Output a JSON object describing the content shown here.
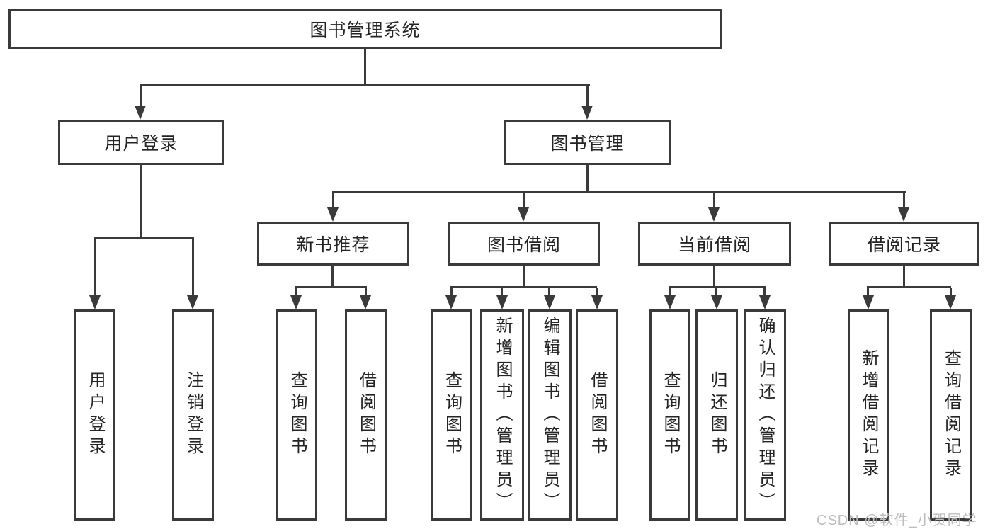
{
  "diagram": {
    "type": "hierarchy-tree",
    "title": "图书管理系统",
    "root": {
      "label": "图书管理系统"
    },
    "level2": [
      {
        "label": "用户登录",
        "parent": "图书管理系统"
      },
      {
        "label": "图书管理",
        "parent": "图书管理系统"
      }
    ],
    "level3": [
      {
        "label": "新书推荐",
        "parent": "图书管理"
      },
      {
        "label": "图书借阅",
        "parent": "图书管理"
      },
      {
        "label": "当前借阅",
        "parent": "图书管理"
      },
      {
        "label": "借阅记录",
        "parent": "图书管理"
      }
    ],
    "leaves": [
      {
        "label": "用户登录",
        "parent": "用户登录"
      },
      {
        "label": "注销登录",
        "parent": "用户登录"
      },
      {
        "label": "查询图书",
        "parent": "新书推荐"
      },
      {
        "label": "借阅图书",
        "parent": "新书推荐"
      },
      {
        "label": "查询图书",
        "parent": "图书借阅"
      },
      {
        "label": "新增图书（管理员）",
        "parent": "图书借阅"
      },
      {
        "label": "编辑图书（管理员）",
        "parent": "图书借阅"
      },
      {
        "label": "借阅图书",
        "parent": "图书借阅"
      },
      {
        "label": "查询图书",
        "parent": "当前借阅"
      },
      {
        "label": "归还图书",
        "parent": "当前借阅"
      },
      {
        "label": "确认归还（管理员）",
        "parent": "当前借阅"
      },
      {
        "label": "新增借阅记录",
        "parent": "借阅记录"
      },
      {
        "label": "查询借阅记录",
        "parent": "借阅记录"
      }
    ],
    "watermark": "CSDN @软件_小贺同学",
    "colors": {
      "line": "#3a3a3a",
      "box_border": "#3a3a3a",
      "box_fill": "#ffffff",
      "text": "#242424",
      "watermark": "#bdbdbd",
      "background": "#ffffff"
    }
  }
}
